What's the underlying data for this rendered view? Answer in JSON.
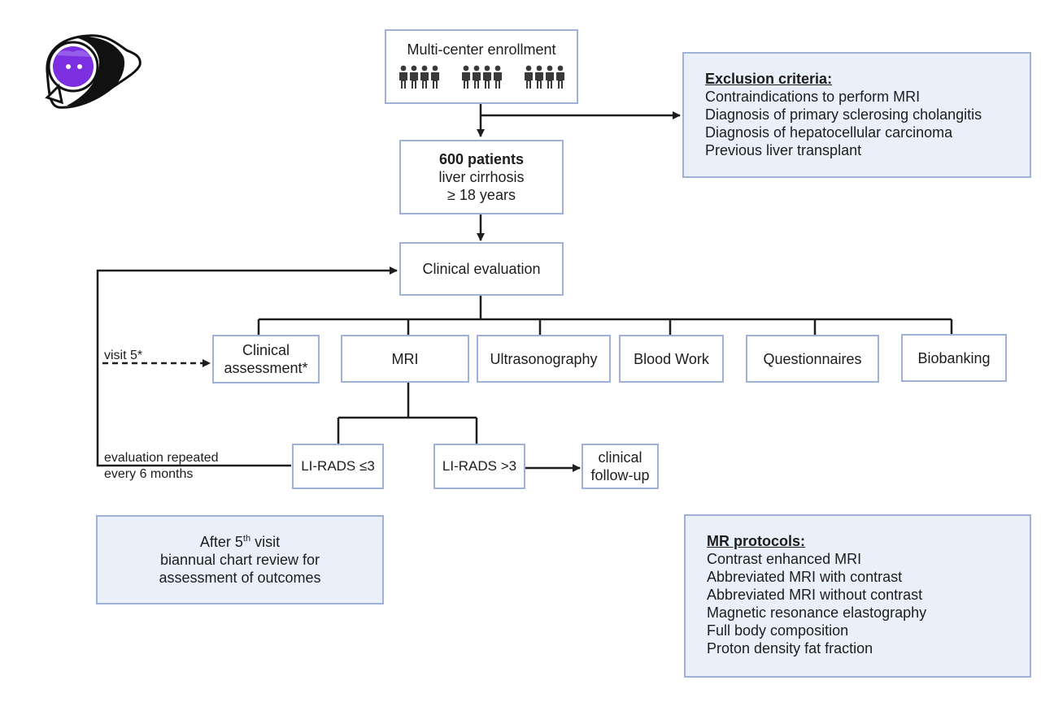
{
  "enrollment": {
    "title": "Multi-center enrollment",
    "group_count": 3,
    "people_per_group": 4
  },
  "patients": {
    "count": "600 patients",
    "line1": "liver cirrhosis",
    "line2": "≥ 18 years"
  },
  "exclusion": {
    "title": "Exclusion criteria:",
    "items": [
      "Contraindications to perform MRI",
      "Diagnosis of primary sclerosing cholangitis",
      "Diagnosis of hepatocellular carcinoma",
      "Previous liver transplant"
    ]
  },
  "clinical_evaluation": "Clinical evaluation",
  "branches": {
    "clinical_assessment_1": "Clinical",
    "clinical_assessment_2": "assessment*",
    "mri": "MRI",
    "ultrasonography": "Ultrasonography",
    "blood_work": "Blood Work",
    "questionnaires": "Questionnaires",
    "biobanking": "Biobanking"
  },
  "visit_label": "visit 5*",
  "lirads_low": "LI-RADS ≤3",
  "lirads_high": "LI-RADS >3",
  "follow_up_1": "clinical",
  "follow_up_2": "follow-up",
  "repeat_1": "evaluation repeated",
  "repeat_2": "every 6 months",
  "after": {
    "line1_a": "After 5",
    "line1_sup": "th",
    "line1_b": " visit",
    "line2": "biannual chart review for",
    "line3": "assessment of outcomes"
  },
  "mr_protocols": {
    "title": "MR protocols:",
    "items": [
      "Contrast enhanced MRI",
      "Abbreviated MRI with contrast",
      "Abbreviated MRI without contrast",
      "Magnetic resonance elastography",
      "Full body composition",
      "Proton density fat fraction"
    ]
  },
  "colors": {
    "box_border": "#9fb1d9",
    "box_fill": "#eaf0fa",
    "line": "#1d1d1d",
    "logo_purple": "#7b2fe0"
  }
}
